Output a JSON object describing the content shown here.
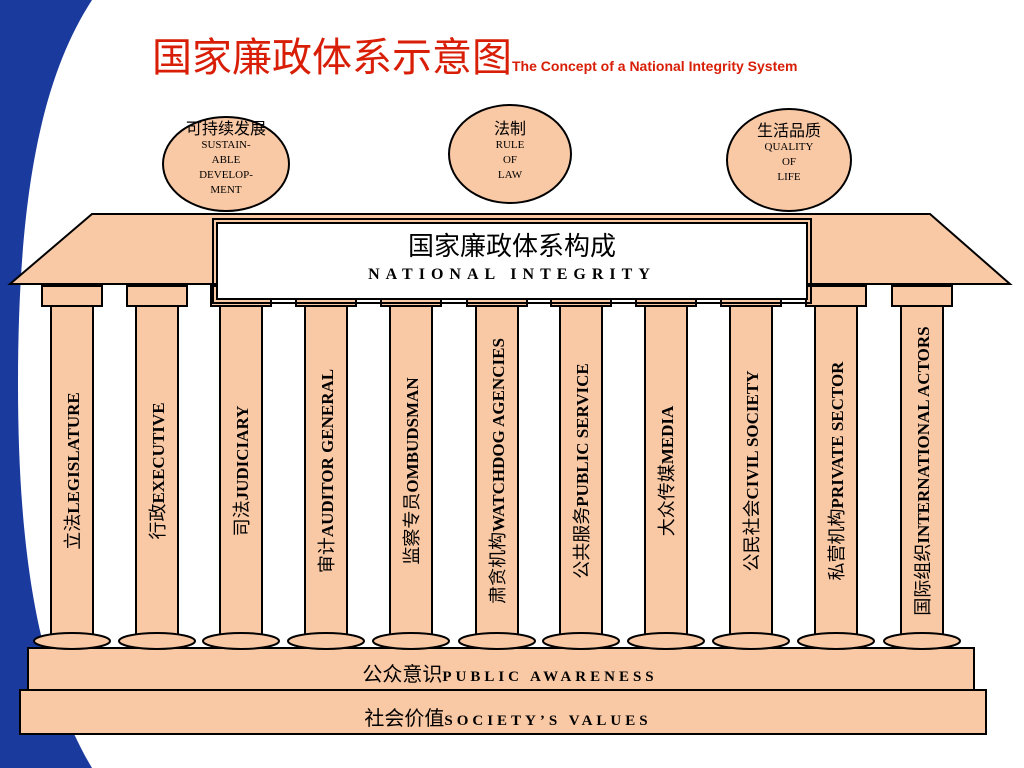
{
  "title": {
    "chinese": "国家廉政体系示意图",
    "english": "The Concept of a National Integrity System"
  },
  "goals": [
    {
      "chinese": "可持续发展",
      "english": [
        "SUSTAIN-",
        "ABLE",
        "DEVELOP-",
        "MENT"
      ]
    },
    {
      "chinese": "法制",
      "english": [
        "RULE",
        "OF",
        "LAW"
      ]
    },
    {
      "chinese": "生活品质",
      "english": [
        "QUALITY",
        "OF",
        "LIFE"
      ]
    }
  ],
  "roof": {
    "chinese": "国家廉政体系构成",
    "english": "NATIONAL INTEGRITY"
  },
  "pillars": [
    {
      "chinese": "立法",
      "english": "LEGISLATURE"
    },
    {
      "chinese": "行政",
      "english": "EXECUTIVE"
    },
    {
      "chinese": "司法",
      "english": "JUDICIARY"
    },
    {
      "chinese": "审计",
      "english": "AUDITOR GENERAL"
    },
    {
      "chinese": "监察专员",
      "english": "OMBUDSMAN"
    },
    {
      "chinese": "肃贪机构",
      "english": "WATCHDOG AGENCIES"
    },
    {
      "chinese": "公共服务",
      "english": "PUBLIC SERVICE"
    },
    {
      "chinese": "大众传媒",
      "english": "MEDIA"
    },
    {
      "chinese": "公民社会",
      "english": "CIVIL SOCIETY"
    },
    {
      "chinese": "私营机构",
      "english": "PRIVATE SECTOR"
    },
    {
      "chinese": "国际组织",
      "english": "INTERNATIONAL ACTORS"
    }
  ],
  "foundations": [
    {
      "chinese": "公众意识",
      "english": "PUBLIC AWARENESS"
    },
    {
      "chinese": "社会价值",
      "english": "SOCIETY’S VALUES"
    }
  ],
  "colors": {
    "structure_fill": "#f9c8a5",
    "outline": "#000000",
    "title_red": "#d81e06",
    "sidebar_blue": "#1a3a9e"
  }
}
